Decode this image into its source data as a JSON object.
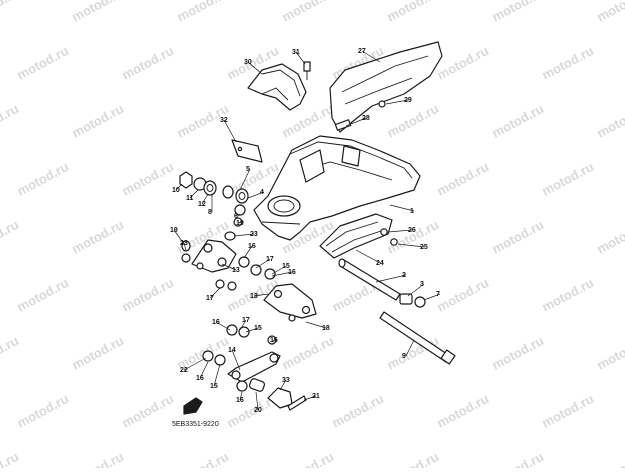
{
  "diagram": {
    "drawing_code": "5EB3351-9220",
    "watermark": "motod.ru",
    "colors": {
      "line": "#1a1a1a",
      "watermark": "#d9d9d9",
      "background": "#ffffff"
    }
  },
  "callouts": [
    {
      "id": "p1",
      "label": "1"
    },
    {
      "id": "p2",
      "label": "2"
    },
    {
      "id": "p3",
      "label": "3"
    },
    {
      "id": "p4",
      "label": "4"
    },
    {
      "id": "p5",
      "label": "5"
    },
    {
      "id": "p6",
      "label": "6"
    },
    {
      "id": "p7",
      "label": "7"
    },
    {
      "id": "p8",
      "label": "8"
    },
    {
      "id": "p9",
      "label": "9"
    },
    {
      "id": "p10",
      "label": "10"
    },
    {
      "id": "p11",
      "label": "11"
    },
    {
      "id": "p12",
      "label": "12"
    },
    {
      "id": "p13a",
      "label": "13"
    },
    {
      "id": "p13b",
      "label": "13"
    },
    {
      "id": "p14",
      "label": "14"
    },
    {
      "id": "p15a",
      "label": "15"
    },
    {
      "id": "p15b",
      "label": "15"
    },
    {
      "id": "p15c",
      "label": "15"
    },
    {
      "id": "p16a",
      "label": "16"
    },
    {
      "id": "p16b",
      "label": "16"
    },
    {
      "id": "p16c",
      "label": "16"
    },
    {
      "id": "p16d",
      "label": "16"
    },
    {
      "id": "p16e",
      "label": "16"
    },
    {
      "id": "p16f",
      "label": "16"
    },
    {
      "id": "p17a",
      "label": "17"
    },
    {
      "id": "p17b",
      "label": "17"
    },
    {
      "id": "p17c",
      "label": "17"
    },
    {
      "id": "p18",
      "label": "18"
    },
    {
      "id": "p19a",
      "label": "19"
    },
    {
      "id": "p19b",
      "label": "19"
    },
    {
      "id": "p20",
      "label": "20"
    },
    {
      "id": "p21",
      "label": "21"
    },
    {
      "id": "p22",
      "label": "22"
    },
    {
      "id": "p23a",
      "label": "23"
    },
    {
      "id": "p23b",
      "label": "23"
    },
    {
      "id": "p24",
      "label": "24"
    },
    {
      "id": "p25",
      "label": "25"
    },
    {
      "id": "p26",
      "label": "26"
    },
    {
      "id": "p27",
      "label": "27"
    },
    {
      "id": "p28",
      "label": "28"
    },
    {
      "id": "p29",
      "label": "29"
    },
    {
      "id": "p30",
      "label": "30"
    },
    {
      "id": "p31",
      "label": "31"
    },
    {
      "id": "p32",
      "label": "32"
    },
    {
      "id": "p33",
      "label": "33"
    }
  ]
}
